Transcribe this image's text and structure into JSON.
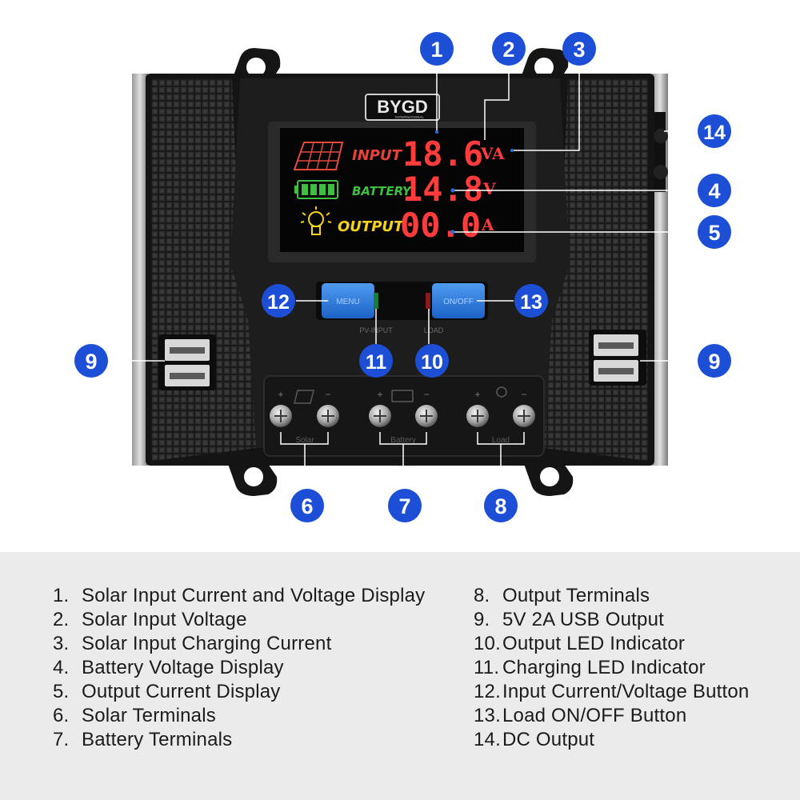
{
  "brand": {
    "logo": "BYGD",
    "sub": "INTERNATIONAL"
  },
  "display": {
    "rows": [
      {
        "label": "INPUT",
        "value": "18.6",
        "unit": "VA",
        "label_color": "#e8413a",
        "value_color": "#ff3b3b"
      },
      {
        "label": "BATTERY",
        "value": "14.8",
        "unit": "V",
        "label_color": "#3fbf3f",
        "value_color": "#ff3b3b"
      },
      {
        "label": "OUTPUT",
        "value": "00.0",
        "unit": "A",
        "label_color": "#f5d31a",
        "value_color": "#ff3b3b"
      }
    ]
  },
  "buttons": {
    "menu": "MENU",
    "onoff": "ON/OFF"
  },
  "indicators": {
    "charging_label": "PV-INPUT",
    "output_label": "LOAD"
  },
  "terminals": {
    "solar": "Solar",
    "battery": "Battery",
    "load": "Load",
    "plus": "+",
    "minus": "−"
  },
  "callouts": [
    "1",
    "2",
    "3",
    "4",
    "5",
    "6",
    "7",
    "8",
    "9",
    "9",
    "10",
    "11",
    "12",
    "13",
    "14"
  ],
  "legend": {
    "left": [
      {
        "num": "1.",
        "text": "Solar Input Current and Voltage Display"
      },
      {
        "num": "2.",
        "text": "Solar Input Voltage"
      },
      {
        "num": "3.",
        "text": "Solar Input Charging Current"
      },
      {
        "num": "4.",
        "text": "Battery Voltage Display"
      },
      {
        "num": "5.",
        "text": "Output Current Display"
      },
      {
        "num": "6.",
        "text": "Solar Terminals"
      },
      {
        "num": "7.",
        "text": "Battery Terminals"
      }
    ],
    "right": [
      {
        "num": "8.",
        "text": "Output Terminals"
      },
      {
        "num": "9.",
        "text": "5V 2A USB Output"
      },
      {
        "num": "10.",
        "text": "Output LED Indicator"
      },
      {
        "num": "11.",
        "text": "Charging LED Indicator"
      },
      {
        "num": "12.",
        "text": "Input Current/Voltage Button"
      },
      {
        "num": "13.",
        "text": "Load ON/OFF Button"
      },
      {
        "num": "14.",
        "text": "DC Output"
      }
    ]
  },
  "colors": {
    "badge": "#1c4fd6",
    "body": "#141414",
    "panel": "#1f1f1f",
    "button": "#2a7de1"
  }
}
